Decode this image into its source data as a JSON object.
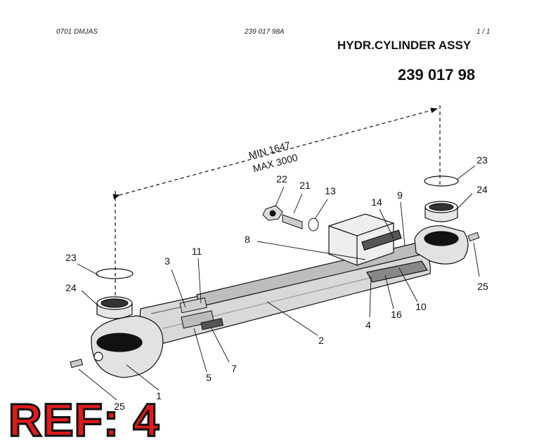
{
  "header": {
    "left_code": "0701 DMJAS",
    "center_code": "239 017 98A",
    "page": "1 /   1",
    "title": "HYDR.CYLINDER ASSY",
    "part_number": "239 017 98"
  },
  "dimension": {
    "min": "MIN 1647",
    "max": "MAX 3000"
  },
  "callouts": {
    "c1": "1",
    "c2": "2",
    "c3": "3",
    "c4": "4",
    "c5": "5",
    "c7": "7",
    "c8": "8",
    "c9": "9",
    "c10": "10",
    "c11": "11",
    "c13": "13",
    "c14": "14",
    "c16": "16",
    "c21": "21",
    "c22": "22",
    "c23a": "23",
    "c23b": "23",
    "c24a": "24",
    "c24b": "24",
    "c25a": "25",
    "c25b": "25"
  },
  "ref_label": "REF: 4"
}
